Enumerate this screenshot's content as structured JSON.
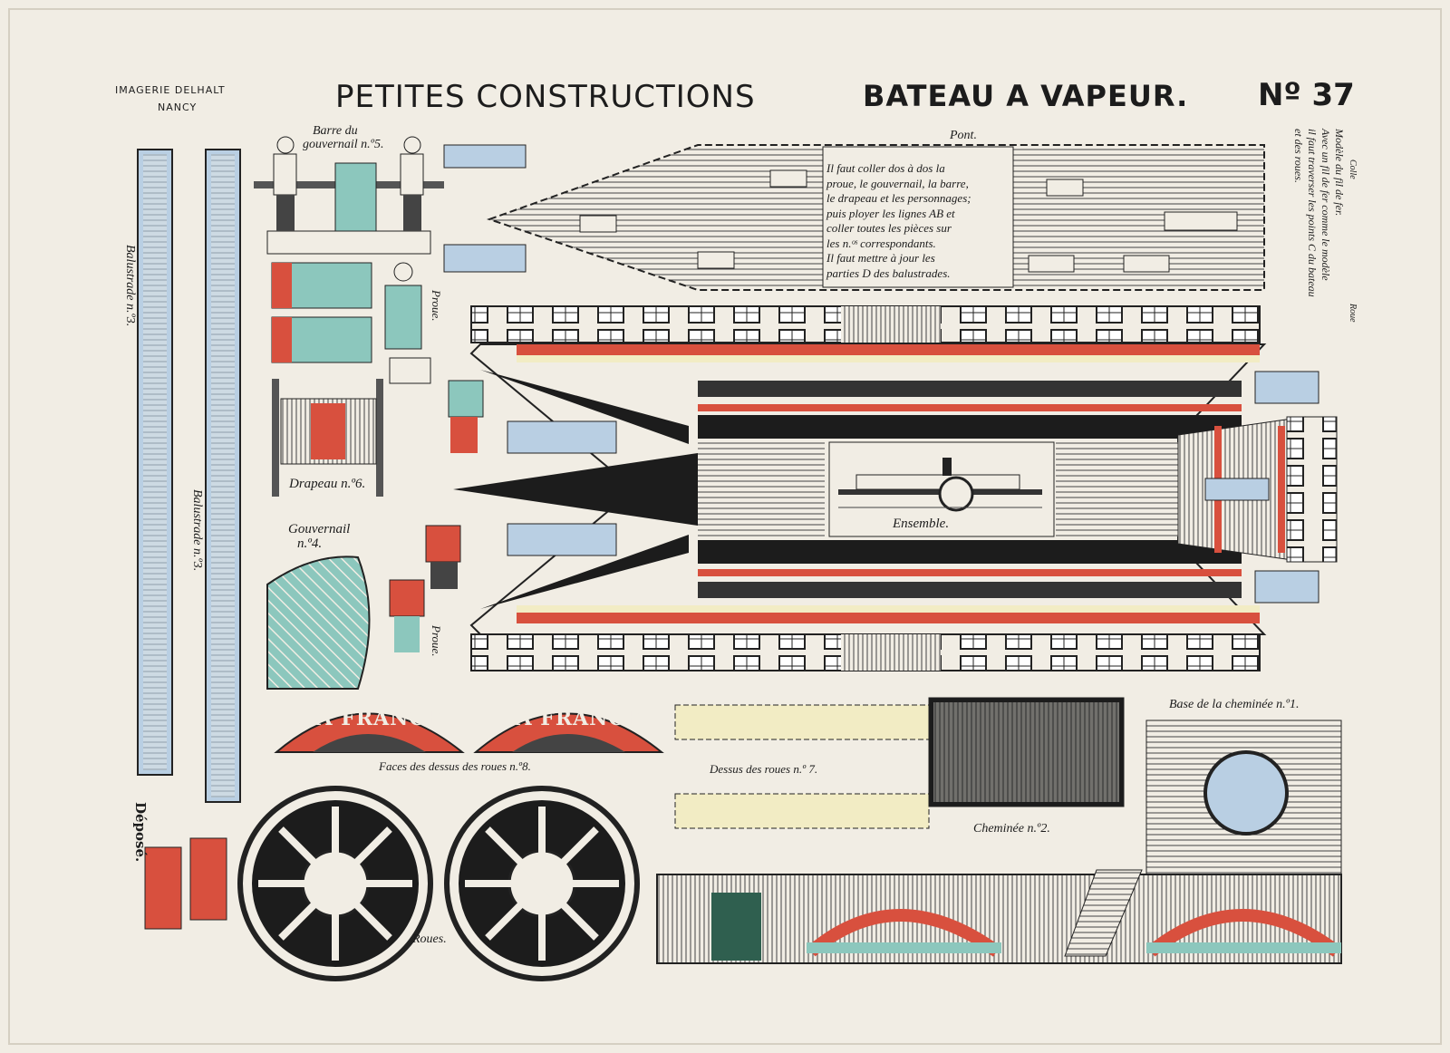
{
  "header": {
    "publisher_line1": "IMAGERIE DELHALT",
    "publisher_line2": "NANCY",
    "series_title": "PETITES CONSTRUCTIONS",
    "subject_title": "BATEAU A VAPEUR.",
    "number": "Nº 37"
  },
  "instructions": [
    "Il faut coller dos à dos la",
    "proue, le gouvernail, la barre,",
    "le drapeau et les personnages;",
    "puis ployer les lignes AB et",
    "coller toutes les pièces sur",
    "les n.ᵒˢ correspondants.",
    "Il faut mettre à jour les",
    "parties D des balustrades."
  ],
  "side_note": [
    "Modèle du fil de fer.",
    "Avec un fil de fer comme le modèle",
    "il faut traverser les points C du bateau",
    "et des roues."
  ],
  "side_labels": {
    "colle": "Colle",
    "roue": "Roue"
  },
  "labels": {
    "pont": "Pont.",
    "barre": "Barre du",
    "barre2": "gouvernail n.º5.",
    "balustrade": "Balustrade n.º3.",
    "proue": "Proue.",
    "drapeau": "Drapeau n.º6.",
    "gouvernail": "Gouvernail",
    "gouvernail2": "n.º4.",
    "ensemble": "Ensemble.",
    "la_france": "LA FRANCE",
    "faces": "Faces des dessus des roues n.º8.",
    "dessus": "Dessus des roues n.º 7.",
    "cheminee": "Cheminée n.º2.",
    "base": "Base de la cheminée n.º1.",
    "roues": "Roues.",
    "depose": "Déposé."
  },
  "colors": {
    "paper": "#f1ede4",
    "ink": "#1c1c1c",
    "red": "#d8503e",
    "teal": "#8cc7bd",
    "blue": "#b9cfe3",
    "cream": "#f2ecc4"
  }
}
